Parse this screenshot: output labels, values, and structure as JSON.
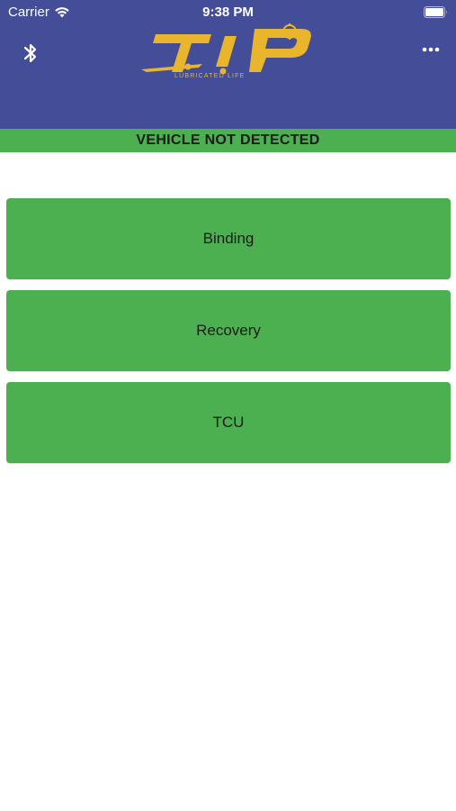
{
  "status_bar": {
    "carrier": "Carrier",
    "time": "9:38 PM"
  },
  "header": {
    "logo_text": "T.I.P",
    "logo_tagline": "LUBRICATED LIFE",
    "left_icon": "bluetooth-icon",
    "right_icon": "more-horizontal-icon"
  },
  "banner": {
    "text": "VEHICLE NOT DETECTED"
  },
  "menu": {
    "items": [
      {
        "label": "Binding"
      },
      {
        "label": "Recovery"
      },
      {
        "label": "TCU"
      }
    ]
  },
  "colors": {
    "header_bg": "#434d98",
    "accent_green": "#4caf50",
    "logo_yellow": "#e8b52d",
    "background": "#ffffff"
  }
}
